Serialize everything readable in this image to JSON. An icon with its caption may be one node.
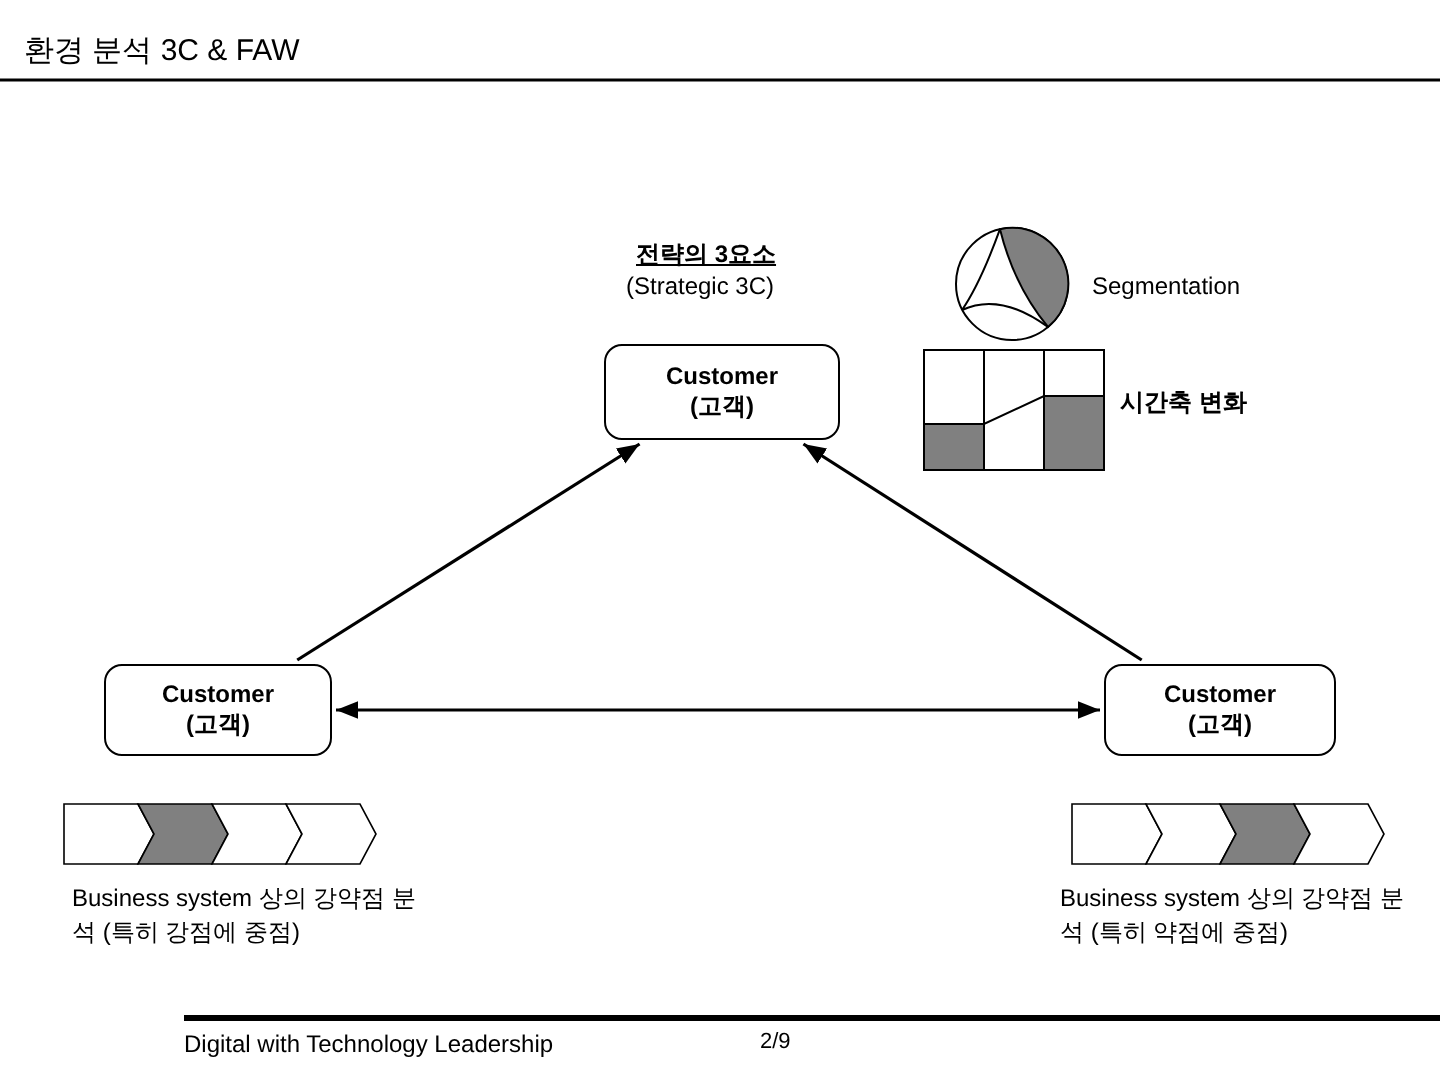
{
  "diagram": {
    "title": "환경 분석 3C & FAW",
    "nodes": [
      {
        "text": [
          "Customer (고객)"
        ]
      },
      {
        "text": [
          "Customer (고객)"
        ]
      },
      {
        "text": [
          "Customer (고객)"
        ]
      }
    ],
    "edges": [
      {
        "from": 1,
        "to": 0,
        "arrow": "to"
      },
      {
        "from": 2,
        "to": 0,
        "arrow": "to"
      },
      {
        "from": 1,
        "to": 2,
        "arrow": "both"
      }
    ],
    "labels": [
      "전략의 3요소",
      "(Strategic 3C)",
      "Segmentation",
      "시간축 변화",
      "Business system 상의 강약점 분석 (특히 강점에 중점)",
      "Business system 상의 강약점 분석 (특히 약점에 중점)",
      "Digital with Technology Leadership",
      "2/9"
    ]
  }
}
